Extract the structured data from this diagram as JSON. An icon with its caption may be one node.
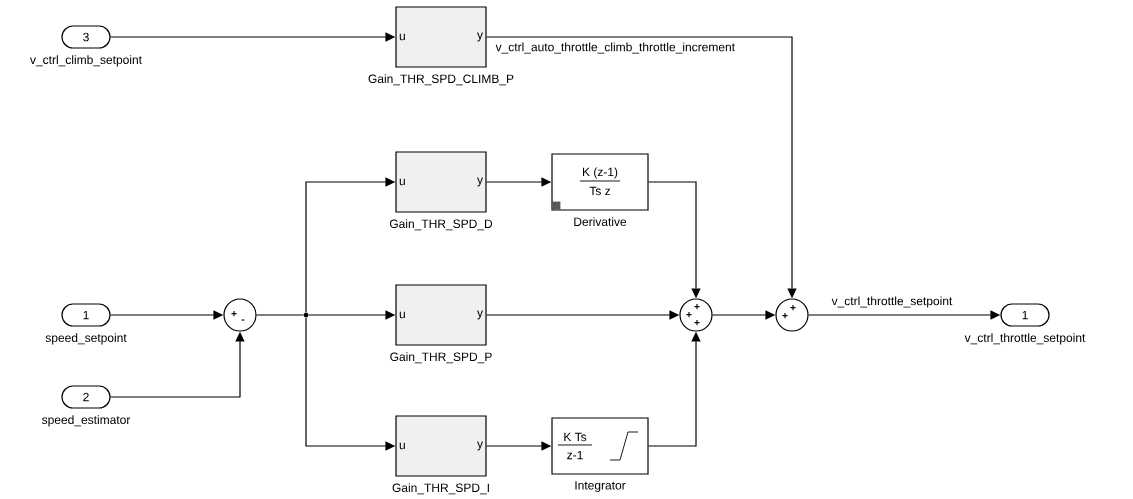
{
  "diagram": {
    "nodes": [
      {
        "text": [
          "3"
        ],
        "beside": [
          "v_ctrl_climb_setpoint"
        ]
      },
      {
        "text": [
          "1"
        ],
        "beside": [
          "speed_setpoint"
        ]
      },
      {
        "text": [
          "2"
        ],
        "beside": [
          "speed_estimator"
        ]
      },
      {
        "text": [
          "+",
          "-"
        ]
      },
      {
        "text": [],
        "shape": "circle"
      },
      {
        "text": [
          "u",
          "y"
        ],
        "beside": [
          "Gain_THR_SPD_CLIMB_P"
        ]
      },
      {
        "text": [
          "u",
          "y"
        ],
        "beside": [
          "Gain_THR_SPD_D"
        ]
      },
      {
        "text": [
          "K (z-1)",
          "Ts z"
        ],
        "beside": [
          "Derivative"
        ]
      },
      {
        "text": [
          "u",
          "y"
        ],
        "beside": [
          "Gain_THR_SPD_P"
        ]
      },
      {
        "text": [
          "+",
          "+",
          "+"
        ]
      },
      {
        "text": [
          "+",
          "+"
        ]
      },
      {
        "text": [
          "1"
        ],
        "beside": [
          "v_ctrl_throttle_setpoint"
        ]
      },
      {
        "text": [
          "u",
          "y"
        ],
        "beside": [
          "Gain_THR_SPD_I"
        ]
      },
      {
        "text": [
          "K Ts",
          "z-1"
        ],
        "beside": [
          "Integrator"
        ]
      }
    ],
    "edges": [
      {
        "from": 0,
        "to": 5,
        "arrow": "to"
      },
      {
        "from": 5,
        "to": 10,
        "arrow": "to",
        "label": "v_ctrl_auto_throttle_climb_throttle_increment"
      },
      {
        "from": 1,
        "to": 3,
        "arrow": "to"
      },
      {
        "from": 2,
        "to": 3,
        "arrow": "to"
      },
      {
        "from": 3,
        "to": 4,
        "arrow": "none"
      },
      {
        "from": 4,
        "to": 6,
        "arrow": "to"
      },
      {
        "from": 4,
        "to": 8,
        "arrow": "to"
      },
      {
        "from": 4,
        "to": 12,
        "arrow": "to"
      },
      {
        "from": 6,
        "to": 7,
        "arrow": "to"
      },
      {
        "from": 7,
        "to": 9,
        "arrow": "to"
      },
      {
        "from": 8,
        "to": 9,
        "arrow": "to"
      },
      {
        "from": 12,
        "to": 13,
        "arrow": "to"
      },
      {
        "from": 13,
        "to": 9,
        "arrow": "to"
      },
      {
        "from": 9,
        "to": 10,
        "arrow": "to"
      },
      {
        "from": 10,
        "to": 11,
        "arrow": "to",
        "label": "v_ctrl_throttle_setpoint"
      }
    ]
  }
}
